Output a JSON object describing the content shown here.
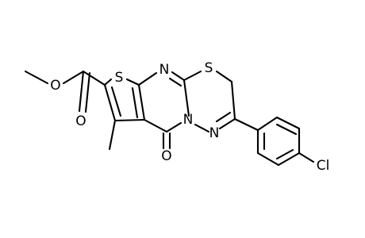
{
  "molecule": {
    "atom_labels": {
      "s_thiophene": "S",
      "n_pyrimidine": "N",
      "s_thiadiazine": "S",
      "n_bridge": "N",
      "n_imine": "N",
      "o_carbonyl_ring": "O",
      "o_ester_carbonyl": "O",
      "o_ester_methoxy": "O",
      "cl": "Cl"
    }
  }
}
